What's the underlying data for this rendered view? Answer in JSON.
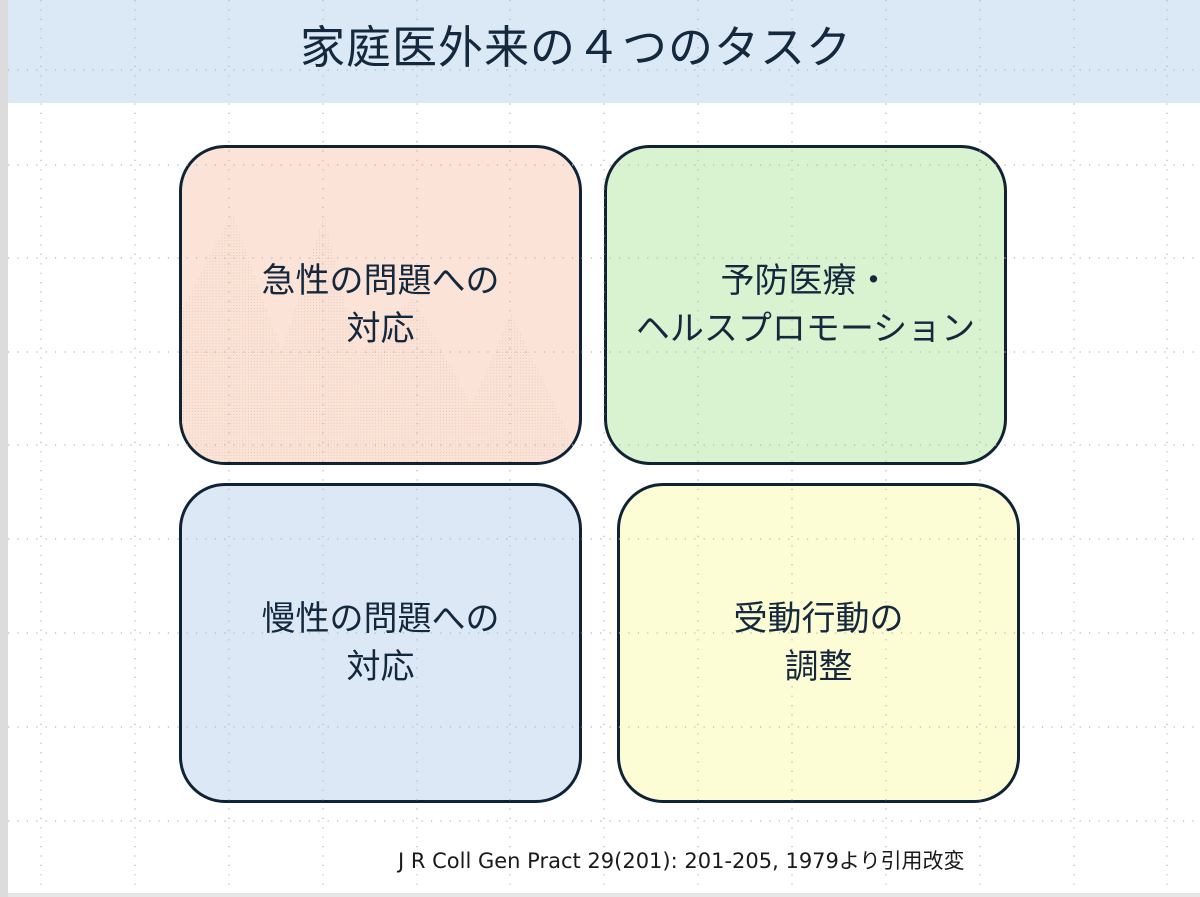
{
  "slide": {
    "title": "家庭医外来の４つのタスク",
    "boxes": [
      {
        "id": "acute",
        "label": "急性の問題への\n対応",
        "fill": "#fbe3d8"
      },
      {
        "id": "prevention",
        "label": "予防医療・\nヘルスプロモーション",
        "fill": "#d9f2d0"
      },
      {
        "id": "chronic",
        "label": "慢性の問題への\n対応",
        "fill": "#dce8f6"
      },
      {
        "id": "behavior",
        "label": "受動行動の\n調整",
        "fill": "#fdfdd5"
      }
    ],
    "citation": "J R Coll Gen Pract 29(201): 201-205, 1979より引用改変",
    "colors": {
      "header_band": "#dbe8f6",
      "text": "#14283e",
      "border": "#0f2236"
    }
  }
}
